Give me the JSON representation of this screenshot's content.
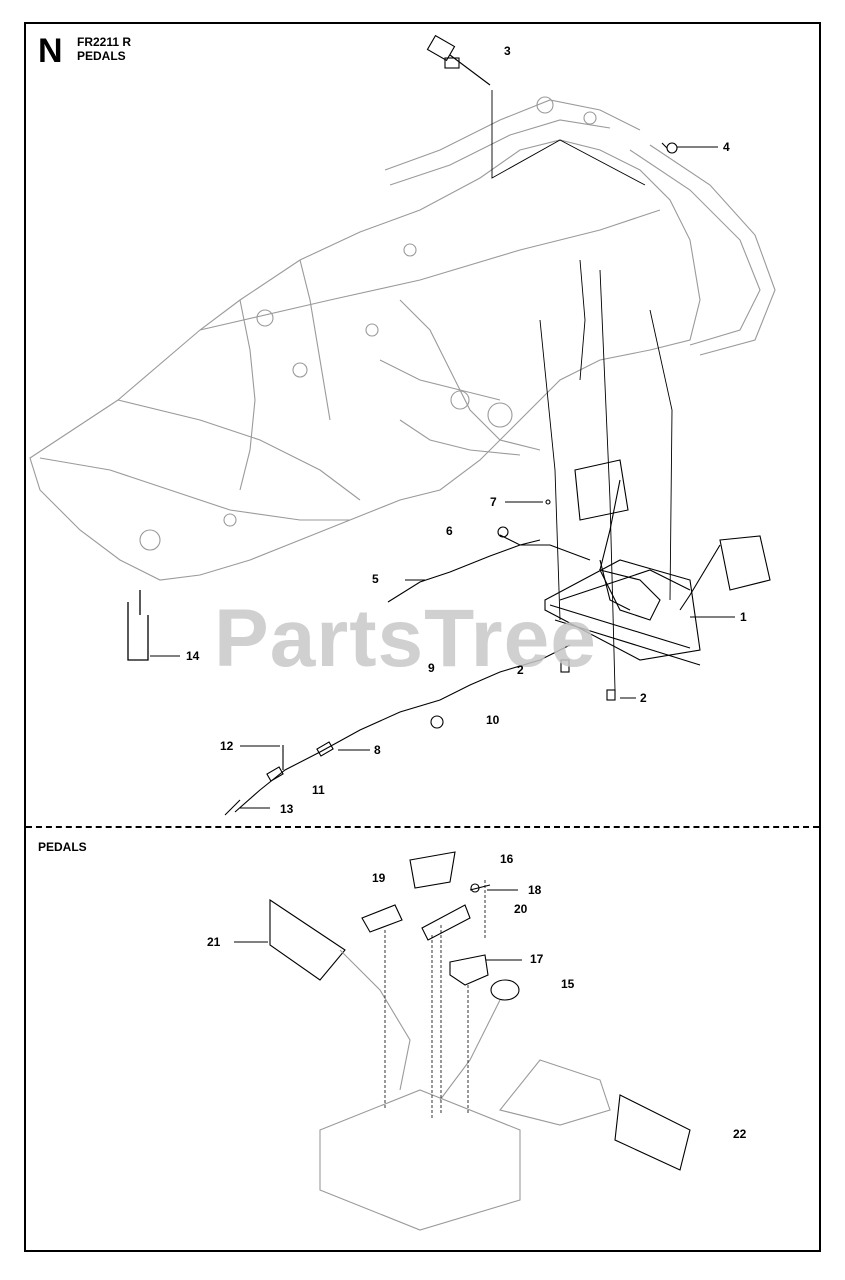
{
  "header": {
    "section_letter": "N",
    "model": "FR2211 R",
    "title": "PEDALS"
  },
  "section2": {
    "title": "PEDALS"
  },
  "watermark": "PartsTree",
  "callouts": [
    {
      "id": "c1",
      "label": "1"
    },
    {
      "id": "c2a",
      "label": "2"
    },
    {
      "id": "c2b",
      "label": "2"
    },
    {
      "id": "c3",
      "label": "3"
    },
    {
      "id": "c4",
      "label": "4"
    },
    {
      "id": "c5",
      "label": "5"
    },
    {
      "id": "c6",
      "label": "6"
    },
    {
      "id": "c7",
      "label": "7"
    },
    {
      "id": "c8",
      "label": "8"
    },
    {
      "id": "c9",
      "label": "9"
    },
    {
      "id": "c10",
      "label": "10"
    },
    {
      "id": "c11",
      "label": "11"
    },
    {
      "id": "c12",
      "label": "12"
    },
    {
      "id": "c13",
      "label": "13"
    },
    {
      "id": "c14",
      "label": "14"
    },
    {
      "id": "c15",
      "label": "15"
    },
    {
      "id": "c16",
      "label": "16"
    },
    {
      "id": "c17",
      "label": "17"
    },
    {
      "id": "c18",
      "label": "18"
    },
    {
      "id": "c19",
      "label": "19"
    },
    {
      "id": "c20",
      "label": "20"
    },
    {
      "id": "c21",
      "label": "21"
    },
    {
      "id": "c22",
      "label": "22"
    }
  ]
}
